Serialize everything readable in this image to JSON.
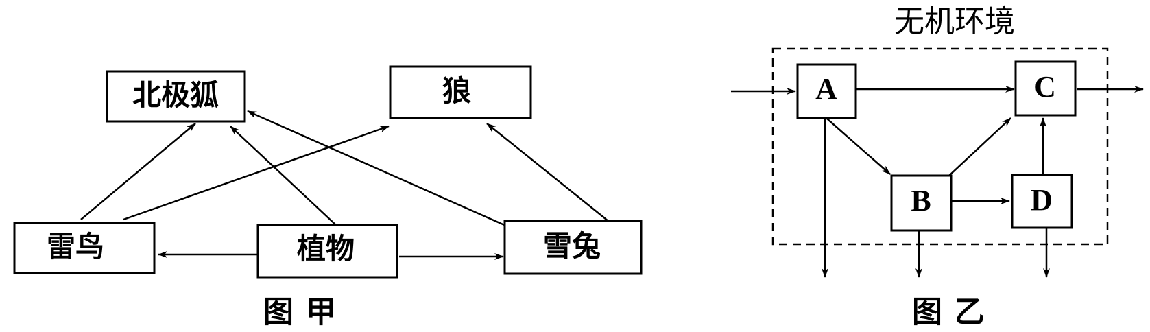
{
  "figure_a": {
    "caption": "图甲",
    "nodes": {
      "arctic_fox": "北极狐",
      "wolf": "狼",
      "ptarmigan": "雷鸟",
      "plant": "植物",
      "snow_hare": "雪兔"
    }
  },
  "figure_b": {
    "caption": "图乙",
    "environment_label": "无机环境",
    "nodes": {
      "a": "A",
      "b": "B",
      "c": "C",
      "d": "D"
    }
  }
}
